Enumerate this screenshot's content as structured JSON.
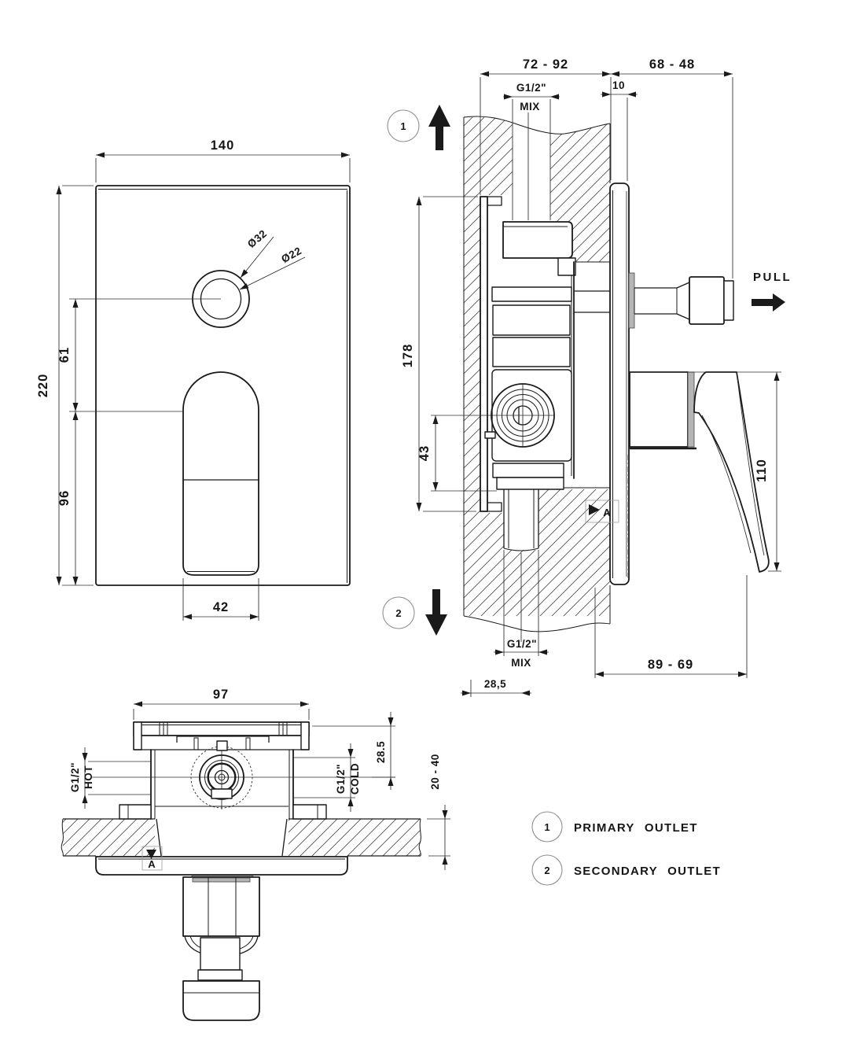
{
  "drawing": {
    "front": {
      "width": "140",
      "height": "220",
      "upper_offset": "61",
      "lower_offset": "96",
      "handle_width": "42",
      "dia_outer": "Ø32",
      "dia_inner": "Ø22"
    },
    "side": {
      "recess_depth": "72 - 92",
      "protrusion": "68 - 48",
      "plate_thickness": "10",
      "mix_top_thread": "G1/2\"",
      "mix_top_name": "MIX",
      "height": "178",
      "outlet_offset": "43",
      "pull_label": "PULL",
      "lever_length": "110",
      "lever_reach": "89 - 69",
      "pipe_offset": "28,5",
      "mix_bottom_thread": "G1/2\"",
      "mix_bottom_name": "MIX",
      "callout_primary": "1",
      "callout_secondary": "2",
      "section_label": "A"
    },
    "bottom": {
      "body_width": "97",
      "hot_thread": "G1/2\"",
      "hot_name": "HOT",
      "cold_thread": "G1/2\"",
      "cold_name": "COLD",
      "center_offset": "28.5",
      "wall_thickness": "20 - 40",
      "section_label": "A"
    },
    "legend": {
      "items": [
        {
          "num": "1",
          "label": "PRIMARY OUTLET"
        },
        {
          "num": "2",
          "label": "SECONDARY OUTLET"
        }
      ]
    }
  }
}
